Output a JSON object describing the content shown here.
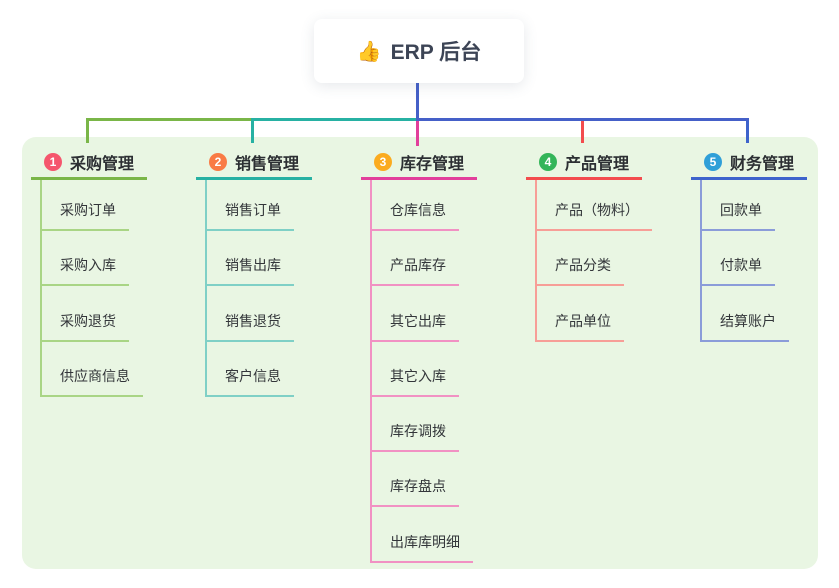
{
  "root": {
    "icon": "👍",
    "title": "ERP 后台"
  },
  "branches": [
    {
      "badge": "1",
      "label": "采购管理",
      "badge_color": "#f5566d",
      "line_color": "#7ab648",
      "light_color": "#a9d585",
      "children": [
        "采购订单",
        "采购入库",
        "采购退货",
        "供应商信息"
      ]
    },
    {
      "badge": "2",
      "label": "销售管理",
      "badge_color": "#f97b45",
      "line_color": "#27b1a3",
      "light_color": "#7fd0c6",
      "children": [
        "销售订单",
        "销售出库",
        "销售退货",
        "客户信息"
      ]
    },
    {
      "badge": "3",
      "label": "库存管理",
      "badge_color": "#fbab1f",
      "line_color": "#e23f9b",
      "light_color": "#f191c3",
      "children": [
        "仓库信息",
        "产品库存",
        "其它出库",
        "其它入库",
        "库存调拨",
        "库存盘点",
        "出库库明细"
      ]
    },
    {
      "badge": "4",
      "label": "产品管理",
      "badge_color": "#33b559",
      "line_color": "#f34c4e",
      "light_color": "#f79e97",
      "children": [
        "产品（物料）",
        "产品分类",
        "产品单位"
      ]
    },
    {
      "badge": "5",
      "label": "财务管理",
      "badge_color": "#2f9fd8",
      "line_color": "#3e63cc",
      "light_color": "#8b9cd9",
      "children": [
        "回款单",
        "付款单",
        "结算账户"
      ]
    }
  ],
  "colors": {
    "root_line": "#4560c8",
    "panel_bg": "#e9f6e3",
    "canvas_bg": "#ffffff"
  }
}
